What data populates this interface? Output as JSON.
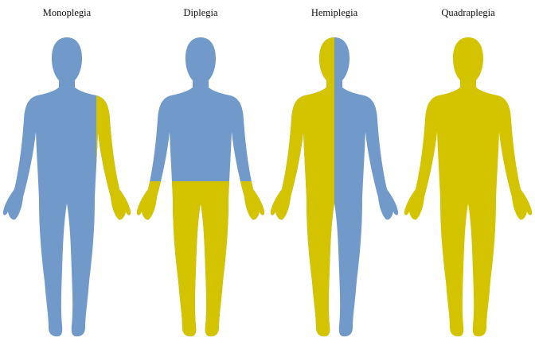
{
  "colors": {
    "unaffected": "#7199c9",
    "affected": "#d4c400"
  },
  "figures": [
    {
      "label": "Monoplegia",
      "affected": "right-arm",
      "icon": "human-body-silhouette"
    },
    {
      "label": "Diplegia",
      "affected": "lower-body",
      "icon": "human-body-silhouette"
    },
    {
      "label": "Hemiplegia",
      "affected": "left-half",
      "icon": "human-body-silhouette"
    },
    {
      "label": "Quadraplegia",
      "affected": "whole-body",
      "icon": "human-body-silhouette"
    }
  ]
}
